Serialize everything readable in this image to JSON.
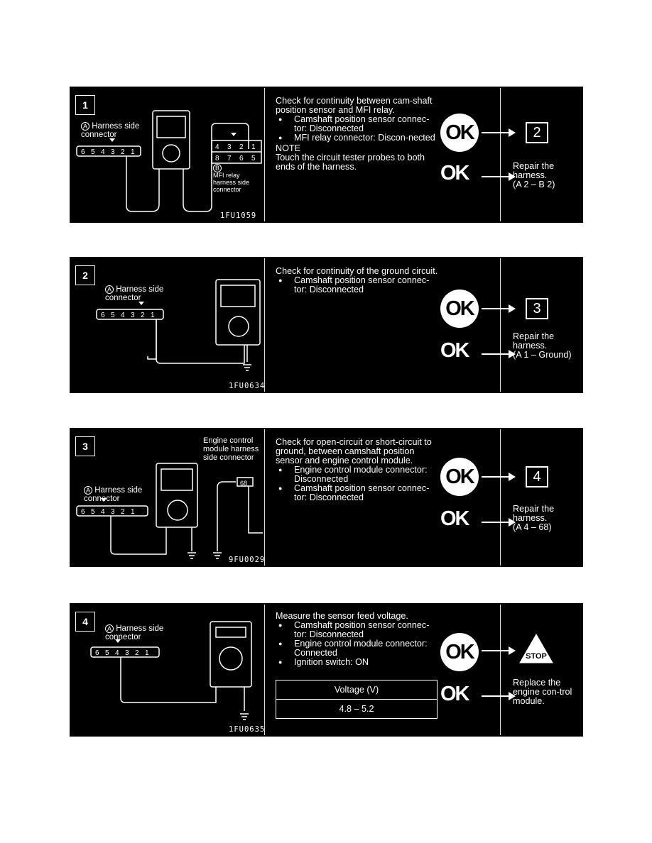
{
  "steps": [
    {
      "number": "1",
      "figure": {
        "conn_a_label": "Harness side connector",
        "conn_a_mark": "A",
        "conn_a_pins": "654321",
        "conn_b_mark": "B",
        "conn_b_label": "MFI relay harness side connector",
        "conn_b_pins_top": [
          "4",
          "3",
          "2",
          "1"
        ],
        "conn_b_pins_bottom": [
          "8",
          "7",
          "6",
          "5"
        ],
        "fig_id": "1FU1059"
      },
      "check": {
        "title": "Check for continuity between cam-shaft position sensor and MFI relay.",
        "bullets": [
          "Camshaft position sensor connec-tor: Disconnected",
          "MFI relay connector: Discon-nected"
        ],
        "note_head": "NOTE",
        "note_body": "Touch the circuit tester probes to both ends of the harness."
      },
      "ok_label": "OK",
      "ng_label": "OK",
      "ok_next": "2",
      "ng_result": "Repair the harness.",
      "ng_detail": "(A 2 – B 2)"
    },
    {
      "number": "2",
      "figure": {
        "conn_a_label": "Harness side connector",
        "conn_a_mark": "A",
        "conn_a_pins": "654321",
        "fig_id": "1FU0634"
      },
      "check": {
        "title": "Check for continuity of the ground circuit.",
        "bullets": [
          "Camshaft position sensor connec-tor: Disconnected"
        ]
      },
      "ok_label": "OK",
      "ng_label": "OK",
      "ok_next": "3",
      "ng_result": "Repair the harness.",
      "ng_detail": "(A 1 – Ground)"
    },
    {
      "number": "3",
      "figure": {
        "conn_a_label": "Harness side connector",
        "conn_a_mark": "A",
        "conn_a_pins": "654321",
        "ecm_label": "Engine control module harness side connector",
        "ecm_pin": "68",
        "fig_id": "9FU0029"
      },
      "check": {
        "title": "Check for open-circuit or short-circuit to ground, between camshaft position sensor and engine control module.",
        "bullets": [
          "Engine control module connector: Disconnected",
          "Camshaft position sensor connec-tor: Disconnected"
        ]
      },
      "ok_label": "OK",
      "ng_label": "OK",
      "ok_next": "4",
      "ng_result": "Repair the harness.",
      "ng_detail": "(A 4 – 68)"
    },
    {
      "number": "4",
      "figure": {
        "conn_a_label": "Harness side connector",
        "conn_a_mark": "A",
        "conn_a_pins": "654321",
        "fig_id": "1FU0635"
      },
      "check": {
        "title": "Measure the sensor feed voltage.",
        "bullets": [
          "Camshaft position sensor connec-tor: Disconnected",
          "Engine control module connector: Connected",
          "Ignition switch: ON"
        ]
      },
      "table": {
        "header": "Voltage (V)",
        "value": "4.8 – 5.2"
      },
      "ok_label": "OK",
      "ng_label": "OK",
      "ok_stop": "STOP",
      "ng_result": "Replace the engine con-trol module."
    }
  ]
}
